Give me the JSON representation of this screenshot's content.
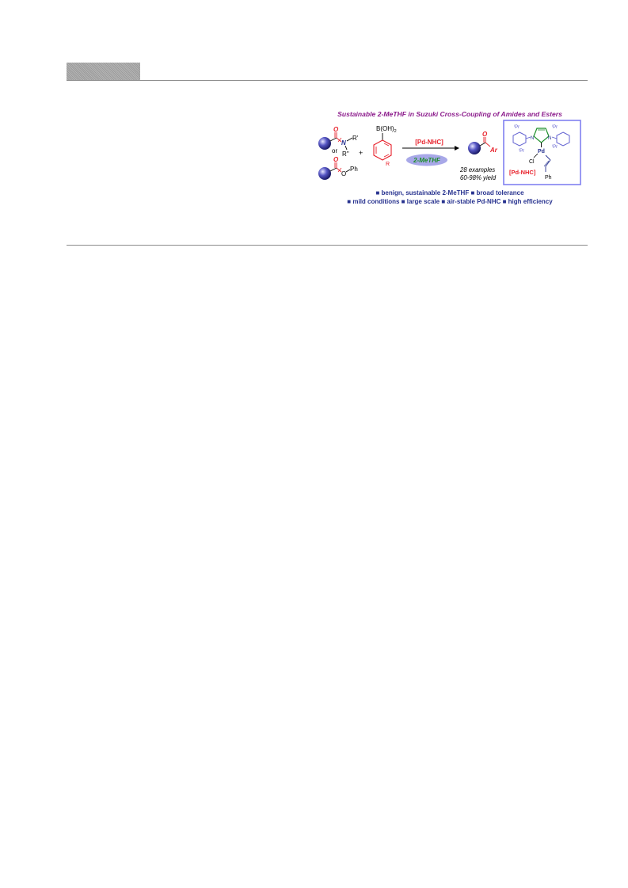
{
  "graphic": {
    "title": "Sustainable 2-MeTHF in Suzuki Cross-Coupling of Amides and Esters",
    "reactant": {
      "carbonyl_o": "O",
      "amide_n": "N",
      "amide_r1": "R'",
      "amide_r2": "R''",
      "or_label": "or",
      "ester_o_carbonyl": "O",
      "ester_o": "O",
      "ester_ph": "Ph"
    },
    "plus": "+",
    "boronic": {
      "group": "B(OH)",
      "subscript": "2",
      "r": "R"
    },
    "catalyst_label": "[Pd-NHC]",
    "solvent_label": "2-MeTHF",
    "product": {
      "o": "O",
      "ar": "Ar"
    },
    "yield": {
      "examples": "28 examples",
      "yield": "60-98% yield"
    },
    "complex": {
      "ipr": "ⁱPr",
      "n": "N",
      "pd": "Pd",
      "cl": "Cl",
      "ph": "Ph",
      "label": "[Pd-NHC]"
    },
    "features_line1": "■ benign, sustainable 2-MeTHF ■ broad tolerance",
    "features_line2": "■ mild conditions ■ large scale ■ air-stable Pd-NHC ■ high efficiency"
  },
  "colors": {
    "title": "#8b1a8b",
    "red": "#e8202a",
    "navy": "#27328f",
    "box": "#8080f0",
    "green": "#1d8f2a",
    "ellipse": "#a8a8e8"
  }
}
